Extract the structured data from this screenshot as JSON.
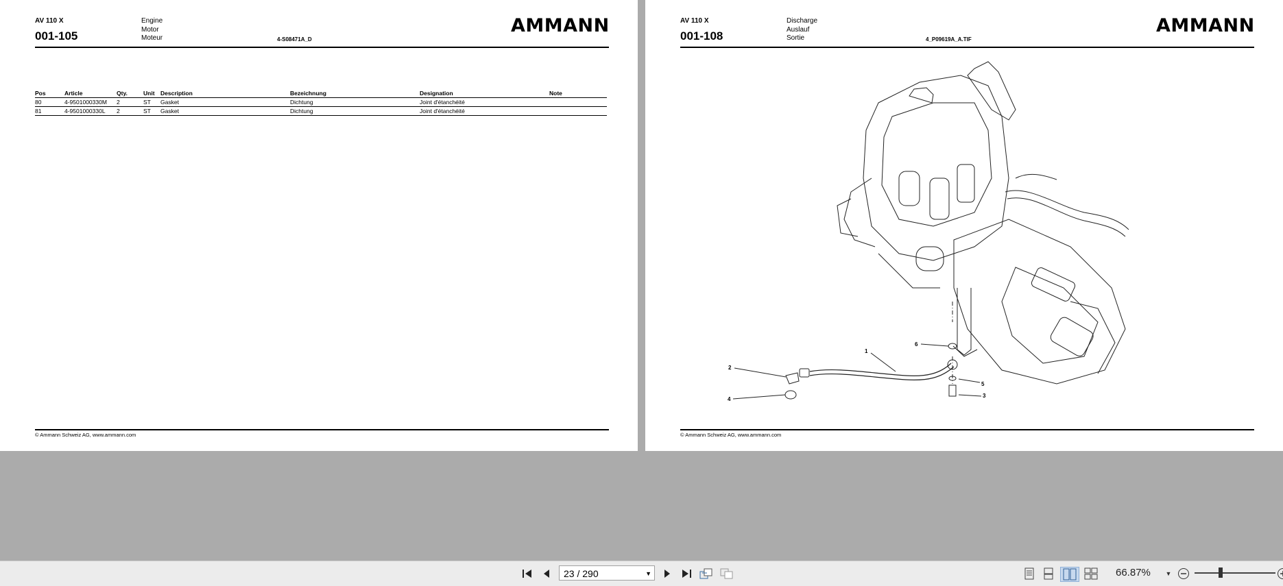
{
  "left_page": {
    "model": "AV 110 X",
    "code": "001-105",
    "group": [
      "Engine",
      "Motor",
      "Moteur"
    ],
    "drawing": "4-S08471A_D",
    "logo": "AMMANN",
    "table": {
      "headers": [
        "Pos",
        "Article",
        "Qty.",
        "Unit",
        "Description",
        "Bezeichnung",
        "Designation",
        "Note"
      ],
      "rows": [
        [
          "80",
          "4-9501000330M",
          "2",
          "ST",
          "Gasket",
          "Dichtung",
          "Joint d'étanchéité",
          ""
        ],
        [
          "81",
          "4-9501000330L",
          "2",
          "ST",
          "Gasket",
          "Dichtung",
          "Joint d'étanchéité",
          ""
        ]
      ]
    },
    "footer": "© Ammann Schweiz AG, www.ammann.com"
  },
  "right_page": {
    "model": "AV 110 X",
    "code": "001-108",
    "group": [
      "Discharge",
      "Auslauf",
      "Sortie"
    ],
    "drawing": "4_P09619A_A.TIF",
    "logo": "AMMANN",
    "callouts": [
      "1",
      "2",
      "3",
      "4",
      "5",
      "6"
    ],
    "footer": "© Ammann Schweiz AG, www.ammann.com"
  },
  "toolbar": {
    "page_indicator": "23 / 290",
    "zoom": "66.87%"
  }
}
